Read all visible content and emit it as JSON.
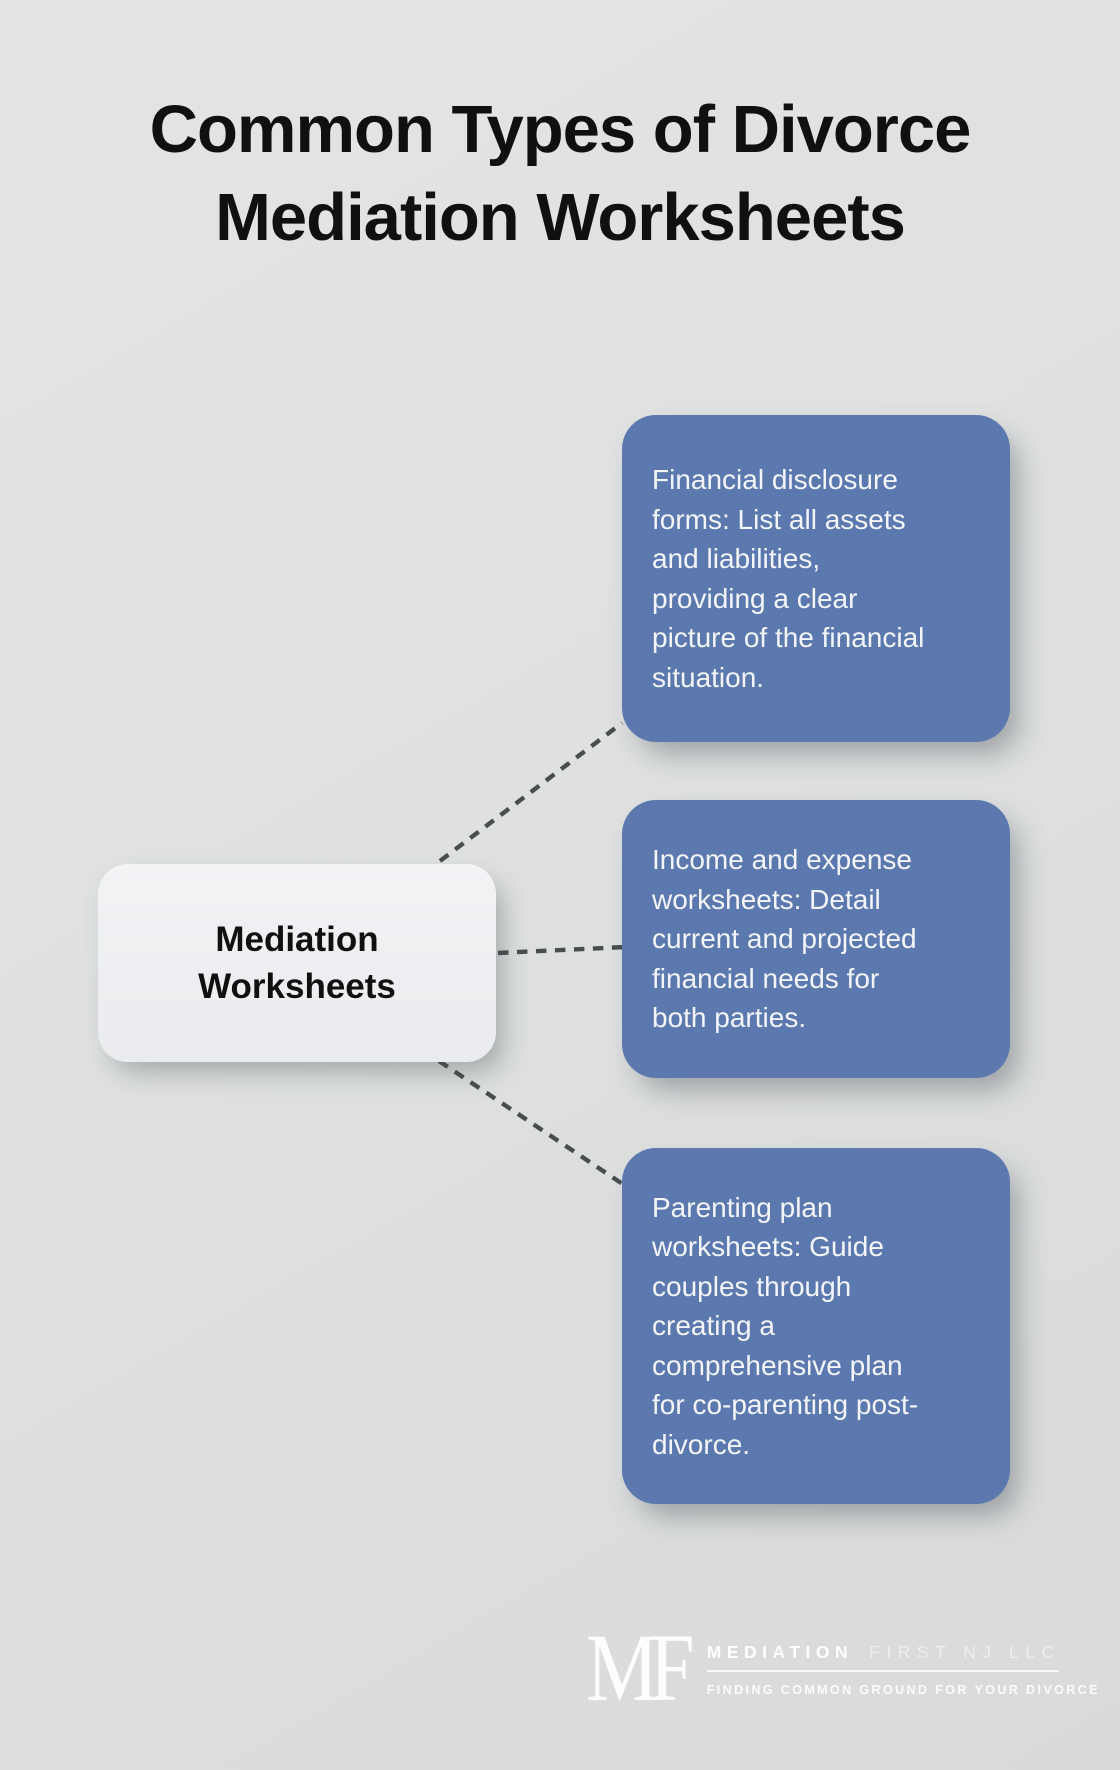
{
  "title": "Common Types of Divorce\nMediation Worksheets",
  "center_node": {
    "label": "Mediation\nWorksheets"
  },
  "branches": [
    {
      "text": "Financial disclosure\nforms: List all assets\nand liabilities,\nproviding a clear\npicture of the financial\nsituation."
    },
    {
      "text": "Income and expense\nworksheets: Detail\ncurrent and projected\nfinancial needs for\nboth parties."
    },
    {
      "text": "Parenting plan\nworksheets: Guide\ncouples through\ncreating a\ncomprehensive plan\nfor co-parenting post-\ndivorce."
    }
  ],
  "logo": {
    "monogram": "MF",
    "name_bold": "MEDIATION",
    "name_light": "FIRST NJ LLC",
    "tagline": "FINDING COMMON GROUND FOR YOUR DIVORCE"
  },
  "colors": {
    "background": "#dfe1e1",
    "branch_fill": "#5b79ae",
    "node_fill": "#eef0f2",
    "connector": "#4a4d4e",
    "title_text": "#101010",
    "branch_text": "#f3f5f9",
    "logo_text": "#ffffff"
  }
}
